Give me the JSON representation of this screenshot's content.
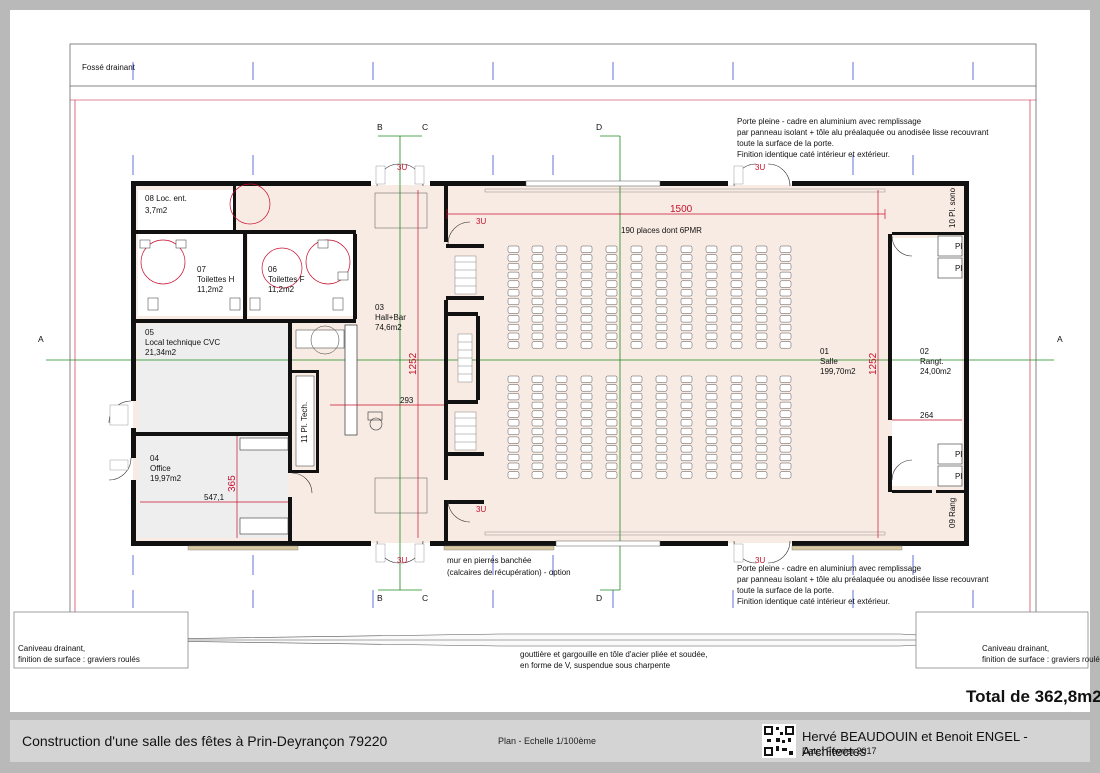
{
  "plan": {
    "fosse_label": "Fossé drainant",
    "section_marks": {
      "b": "B",
      "c": "C",
      "d": "D",
      "a": "A"
    },
    "rooms": [
      {
        "num": "08 Loc. ent.",
        "area": "3,7m2"
      },
      {
        "num": "07",
        "name": "Toilettes H",
        "area": "11,2m2"
      },
      {
        "num": "06",
        "name": "Toilettes F",
        "area": "11,2m2"
      },
      {
        "num": "05",
        "name": "Local technique CVC",
        "area": "21,34m2"
      },
      {
        "num": "04",
        "name": "Office",
        "area": "19,97m2"
      },
      {
        "num": "03",
        "name": "Hall+Bar",
        "area": "74,6m2"
      },
      {
        "num": "11 Pl. Tech."
      },
      {
        "num": "01",
        "name": "Salle",
        "area": "199,70m2"
      },
      {
        "num": "02",
        "name": "Rangt.",
        "area": "24,00m2"
      },
      {
        "num": "10 Pl. sono"
      },
      {
        "num": "09 Rang"
      }
    ],
    "pl_label": "Pl",
    "places": "190 places dont 6PMR",
    "dims": {
      "d1500": "1500",
      "d1252a": "1252",
      "d1252b": "1252",
      "d293": "293",
      "d264": "264",
      "d547": "547,1",
      "d365": "365"
    },
    "door_3u": "3U",
    "door_note_top": [
      "Porte pleine - cadre en aluminium avec remplissage",
      "par panneau isolant + tôle alu préalaquée ou anodisée lisse recouvrant",
      "toute la surface de la porte.",
      "Finition identique caté intérieur et extérieur."
    ],
    "door_note_bottom": [
      "Porte pleine - cadre en aluminium avec remplissage",
      "par panneau isolant + tôle alu préalaquée ou anodisée lisse recouvrant",
      "toute la surface de la porte.",
      "Finition identique caté intérieur et extérieur."
    ],
    "mur_note": [
      "mur en pierres banchée",
      "(calcaires de récupération) - option"
    ],
    "gutter_note": [
      "gouttière et gargouille en tôle d'acier pliée et soudée,",
      "en forme de V, suspendue sous charpente"
    ],
    "caniveau_left": [
      "Caniveau drainant,",
      "finition de surface : graviers roulés"
    ],
    "caniveau_right": [
      "Caniveau drainant,",
      "finition de surface : graviers roulés"
    ],
    "total": "Total de 362,8m2."
  },
  "title_block": {
    "project": "Construction d'une salle des fêtes à Prin-Deyrançon 79220",
    "scale": "Plan - Echelle 1/100ème",
    "architects": "Hervé BEAUDOUIN et Benoit ENGEL - Architectes",
    "date": "Date: Février 2017"
  }
}
